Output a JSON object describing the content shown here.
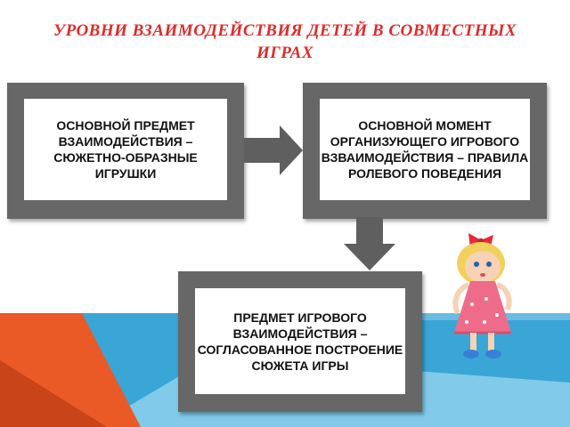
{
  "title": "УРОВНИ   ВЗАИМОДЕЙСТВИЯ ДЕТЕЙ  В СОВМЕСТНЫХ  ИГРАХ",
  "boxes": {
    "box1": "ОСНОВНОЙ ПРЕДМЕТ ВЗАИМОДЕЙСТВИЯ – СЮЖЕТНО-ОБРАЗНЫЕ ИГРУШКИ",
    "box2": "ОСНОВНОЙ МОМЕНТ ОРГАНИЗУЮЩЕГО ИГРОВОГО ВЗВАИМОДЕЙСТВИЯ – ПРАВИЛА РОЛЕВОГО ПОВЕДЕНИЯ",
    "box3": "ПРЕДМЕТ ИГРОВОГО ВЗАИМОДЕЙСТВИЯ – СОГЛАСОВАННОЕ ПОСТРОЕНИЕ СЮЖЕТА ИГРЫ"
  },
  "colors": {
    "title": "#e02a2a",
    "frame": "#676767",
    "arrow": "#5f5f5f",
    "accent_orange": "#ea5a27",
    "accent_blue": "#3aa6d6"
  },
  "icons": {
    "arrow_right": "arrow-right-icon",
    "arrow_down": "arrow-down-icon",
    "illustration": "girl-illustration"
  }
}
